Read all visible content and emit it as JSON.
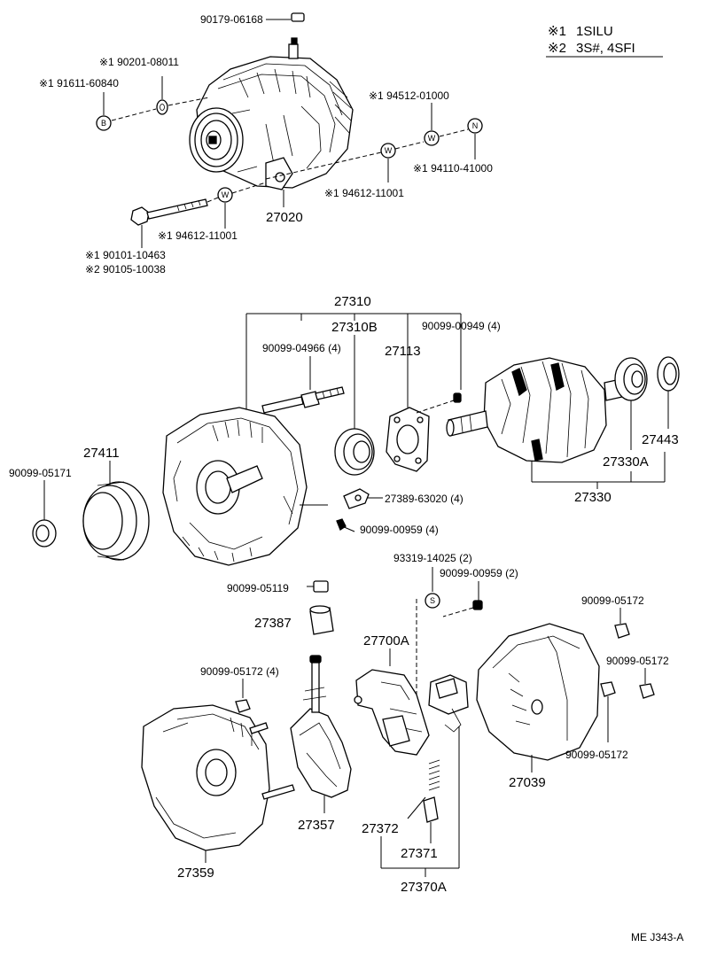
{
  "legend": [
    {
      "mark": "※1",
      "text": "1SILU"
    },
    {
      "mark": "※2",
      "text": "3S#, 4SFI"
    }
  ],
  "labels": {
    "l_90179": "90179-06168",
    "l_90201": "※1 90201-08011",
    "l_91611": "※1 91611-60840",
    "l_94512": "※1 94512-01000",
    "l_94110": "※1 94110-41000",
    "l_94612a": "※1 94612-11001",
    "l_27020": "27020",
    "l_94612b": "※1 94612-11001",
    "l_90101": "※1 90101-10463",
    "l_90105": "※2 90105-10038",
    "l_27310": "27310",
    "l_27310B": "27310B",
    "l_90099_00949": "90099-00949 (4)",
    "l_90099_04966": "90099-04966 (4)",
    "l_27113": "27113",
    "l_27411": "27411",
    "l_90099_05171": "90099-05171",
    "l_27443": "27443",
    "l_27330A": "27330A",
    "l_27330": "27330",
    "l_27389": "27389-63020 (4)",
    "l_90099_00959a": "90099-00959 (4)",
    "l_93319": "93319-14025 (2)",
    "l_90099_00959b": "90099-00959 (2)",
    "l_90099_05119": "90099-05119",
    "l_90099_05172a": "90099-05172",
    "l_27387": "27387",
    "l_27700A": "27700A",
    "l_90099_05172b": "90099-05172",
    "l_90099_05172c": "90099-05172 (4)",
    "l_90099_05172d": "90099-05172",
    "l_27039": "27039",
    "l_27357": "27357",
    "l_27372": "27372",
    "l_27359": "27359",
    "l_27371": "27371",
    "l_27370A": "27370A"
  },
  "badges": {
    "b": "B",
    "n": "N",
    "w": "W",
    "s": "S"
  },
  "footer": {
    "code": "ME J343-A"
  }
}
